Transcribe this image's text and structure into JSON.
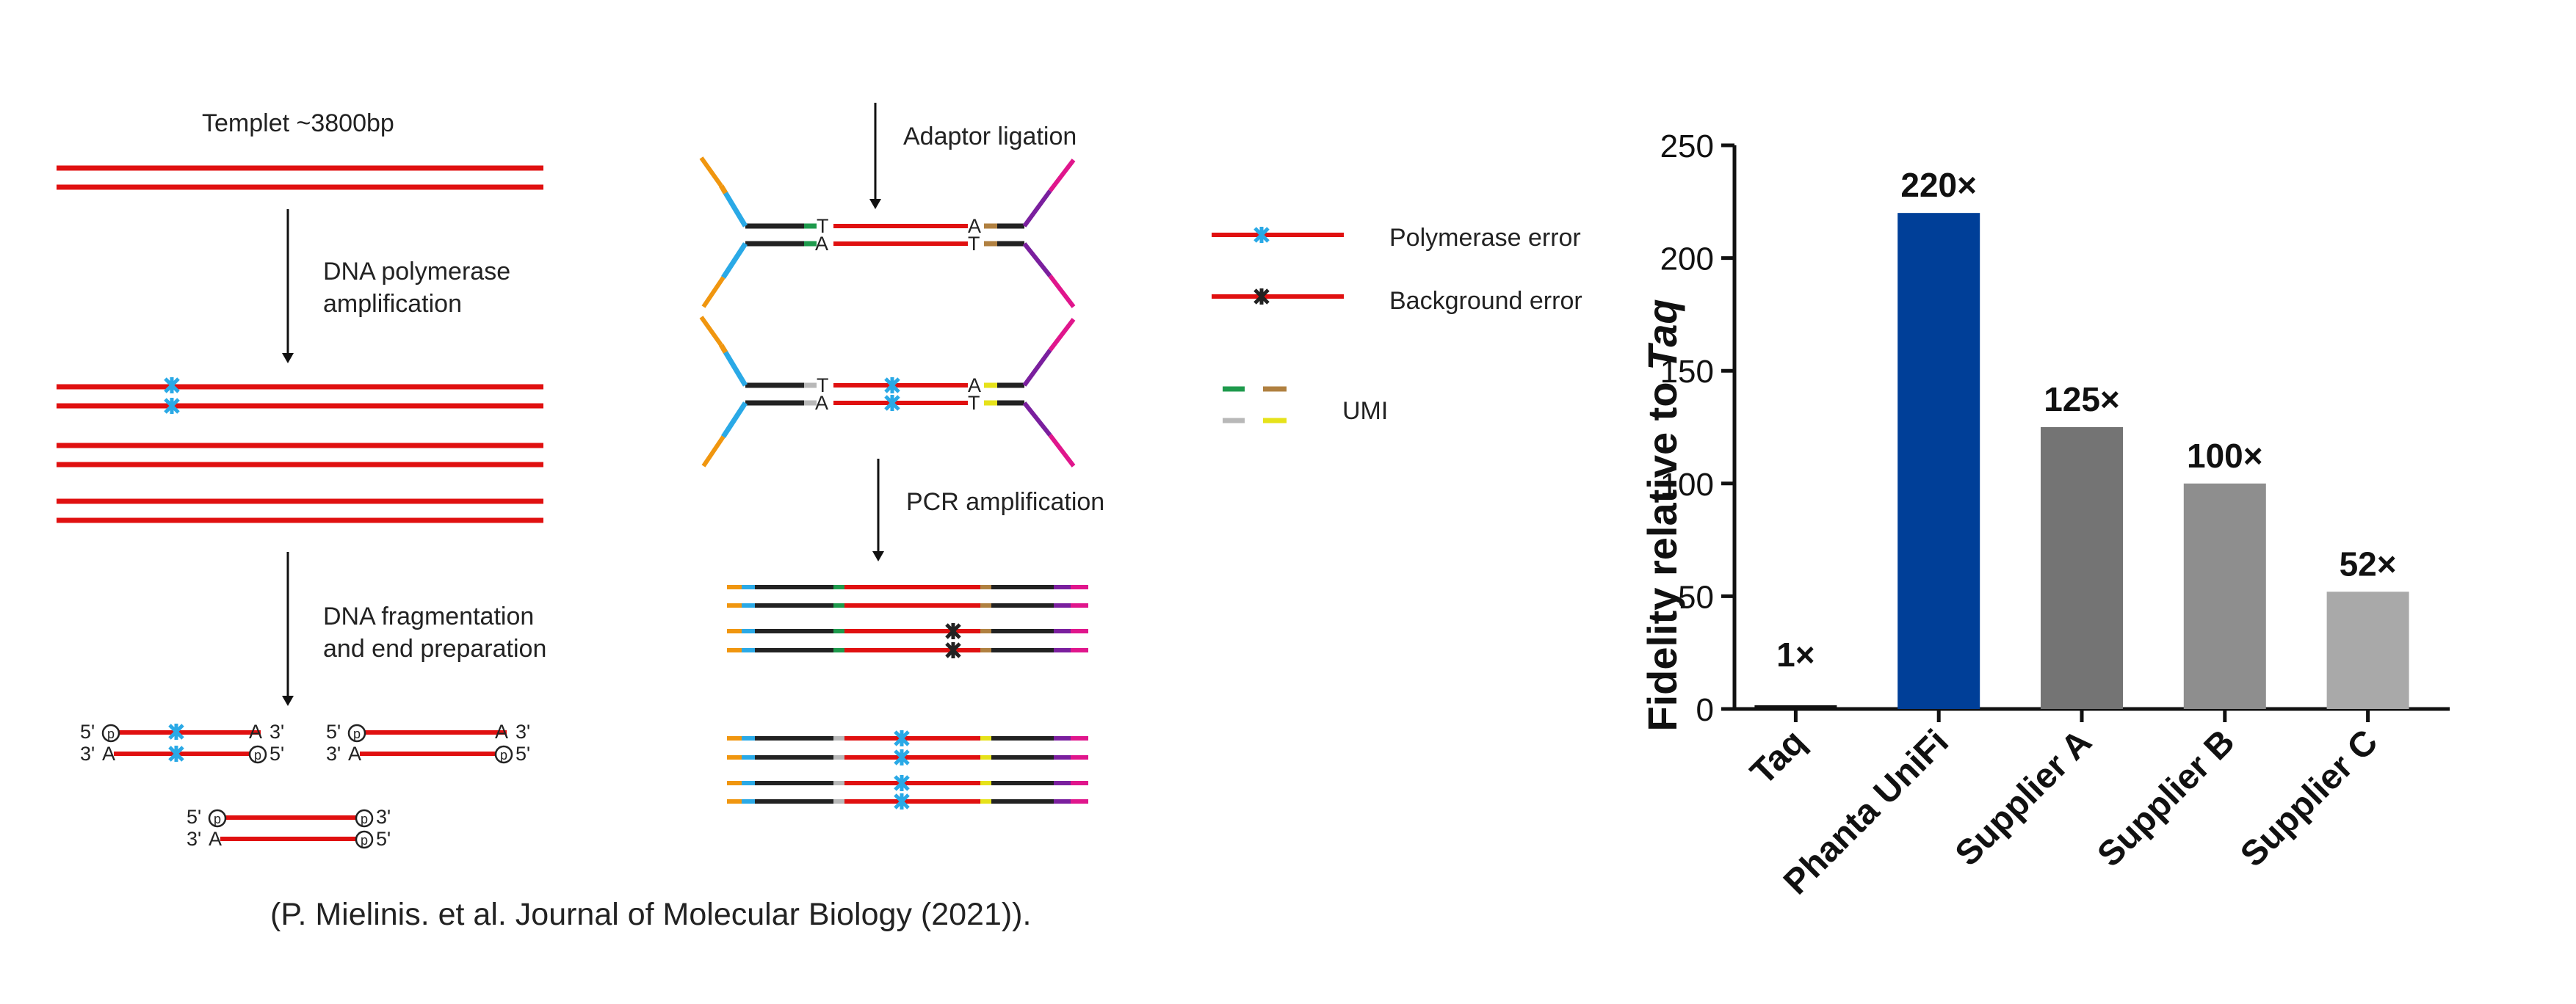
{
  "workflow": {
    "template_label": "Templet  ~3800bp",
    "step1_label": "DNA polymerase\namplification",
    "step2_label": "DNA fragmentation\nand end preparation",
    "step3_label": "Adaptor ligation",
    "step4_label": "PCR amplification",
    "end_labels": {
      "five_prime": "5'",
      "three_prime": "3'",
      "phosphate": "p",
      "a_tail": "A",
      "t_tail": "T"
    }
  },
  "legend": {
    "polymerase_error": "Polymerase error",
    "background_error": "Background error",
    "umi": "UMI"
  },
  "colors": {
    "strand": "#e01010",
    "adaptor": "#222222",
    "polymerase_error": "#2aa9e6",
    "background_error": "#222222",
    "adaptor_orange": "#f0960f",
    "adaptor_blue": "#2aa9e6",
    "adaptor_magenta": "#e0168c",
    "adaptor_purple": "#7a1f9e",
    "umi_green": "#1e9a4c",
    "umi_brown": "#b08040",
    "umi_grey": "#b8b8b8",
    "umi_yellow": "#e6e21a"
  },
  "citation": "(P. Mielinis. et al. Journal of Molecular Biology (2021)).",
  "chart_data": {
    "type": "bar",
    "categories": [
      "Taq",
      "Phanta UniFi",
      "Supplier A",
      "Supplier B",
      "Supplier C"
    ],
    "values": [
      1,
      220,
      125,
      100,
      52
    ],
    "data_labels": [
      "1×",
      "220×",
      "125×",
      "100×",
      "52×"
    ],
    "bar_colors": [
      "#111111",
      "#003f98",
      "#747474",
      "#8e8e8e",
      "#a9a9a9"
    ],
    "ylabel_prefix": "Fidelity relative to ",
    "ylabel_italic": "Taq",
    "ylim": [
      0,
      250
    ],
    "yticks": [
      0,
      50,
      100,
      150,
      200,
      250
    ],
    "grid": false
  }
}
